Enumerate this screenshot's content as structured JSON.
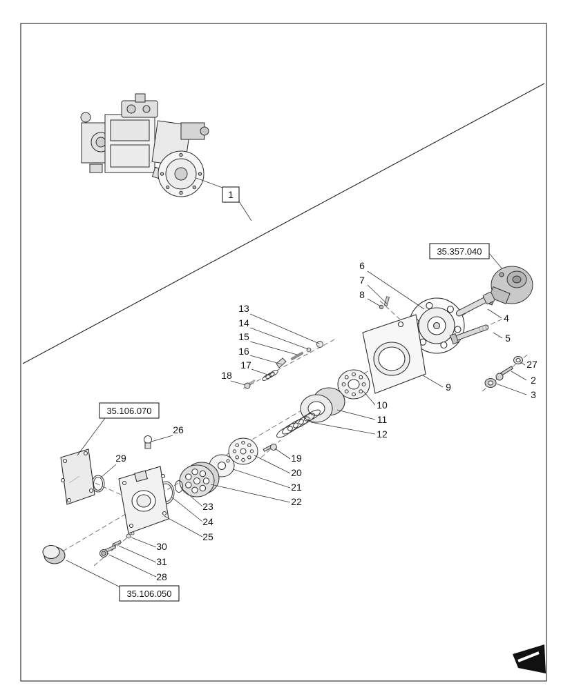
{
  "page": {
    "background": "#ffffff",
    "line_color": "#1f1f1f"
  },
  "assembly": {
    "ref": "1"
  },
  "ref_boxes": {
    "motor": "35.357.040",
    "cover_plate": "35.106.070",
    "plug": "35.106.050"
  },
  "callouts": {
    "c2": "2",
    "c3": "3",
    "c4": "4",
    "c5": "5",
    "c6": "6",
    "c7": "7",
    "c8": "8",
    "c9": "9",
    "c10": "10",
    "c11": "11",
    "c12": "12",
    "c13": "13",
    "c14": "14",
    "c15": "15",
    "c16": "16",
    "c17": "17",
    "c18": "18",
    "c19": "19",
    "c20": "20",
    "c21": "21",
    "c22": "22",
    "c23": "23",
    "c24": "24",
    "c25": "25",
    "c26": "26",
    "c27": "27",
    "c28": "28",
    "c29": "29",
    "c30": "30",
    "c31": "31"
  },
  "icons": {
    "next_page": "next-page-arrow"
  }
}
